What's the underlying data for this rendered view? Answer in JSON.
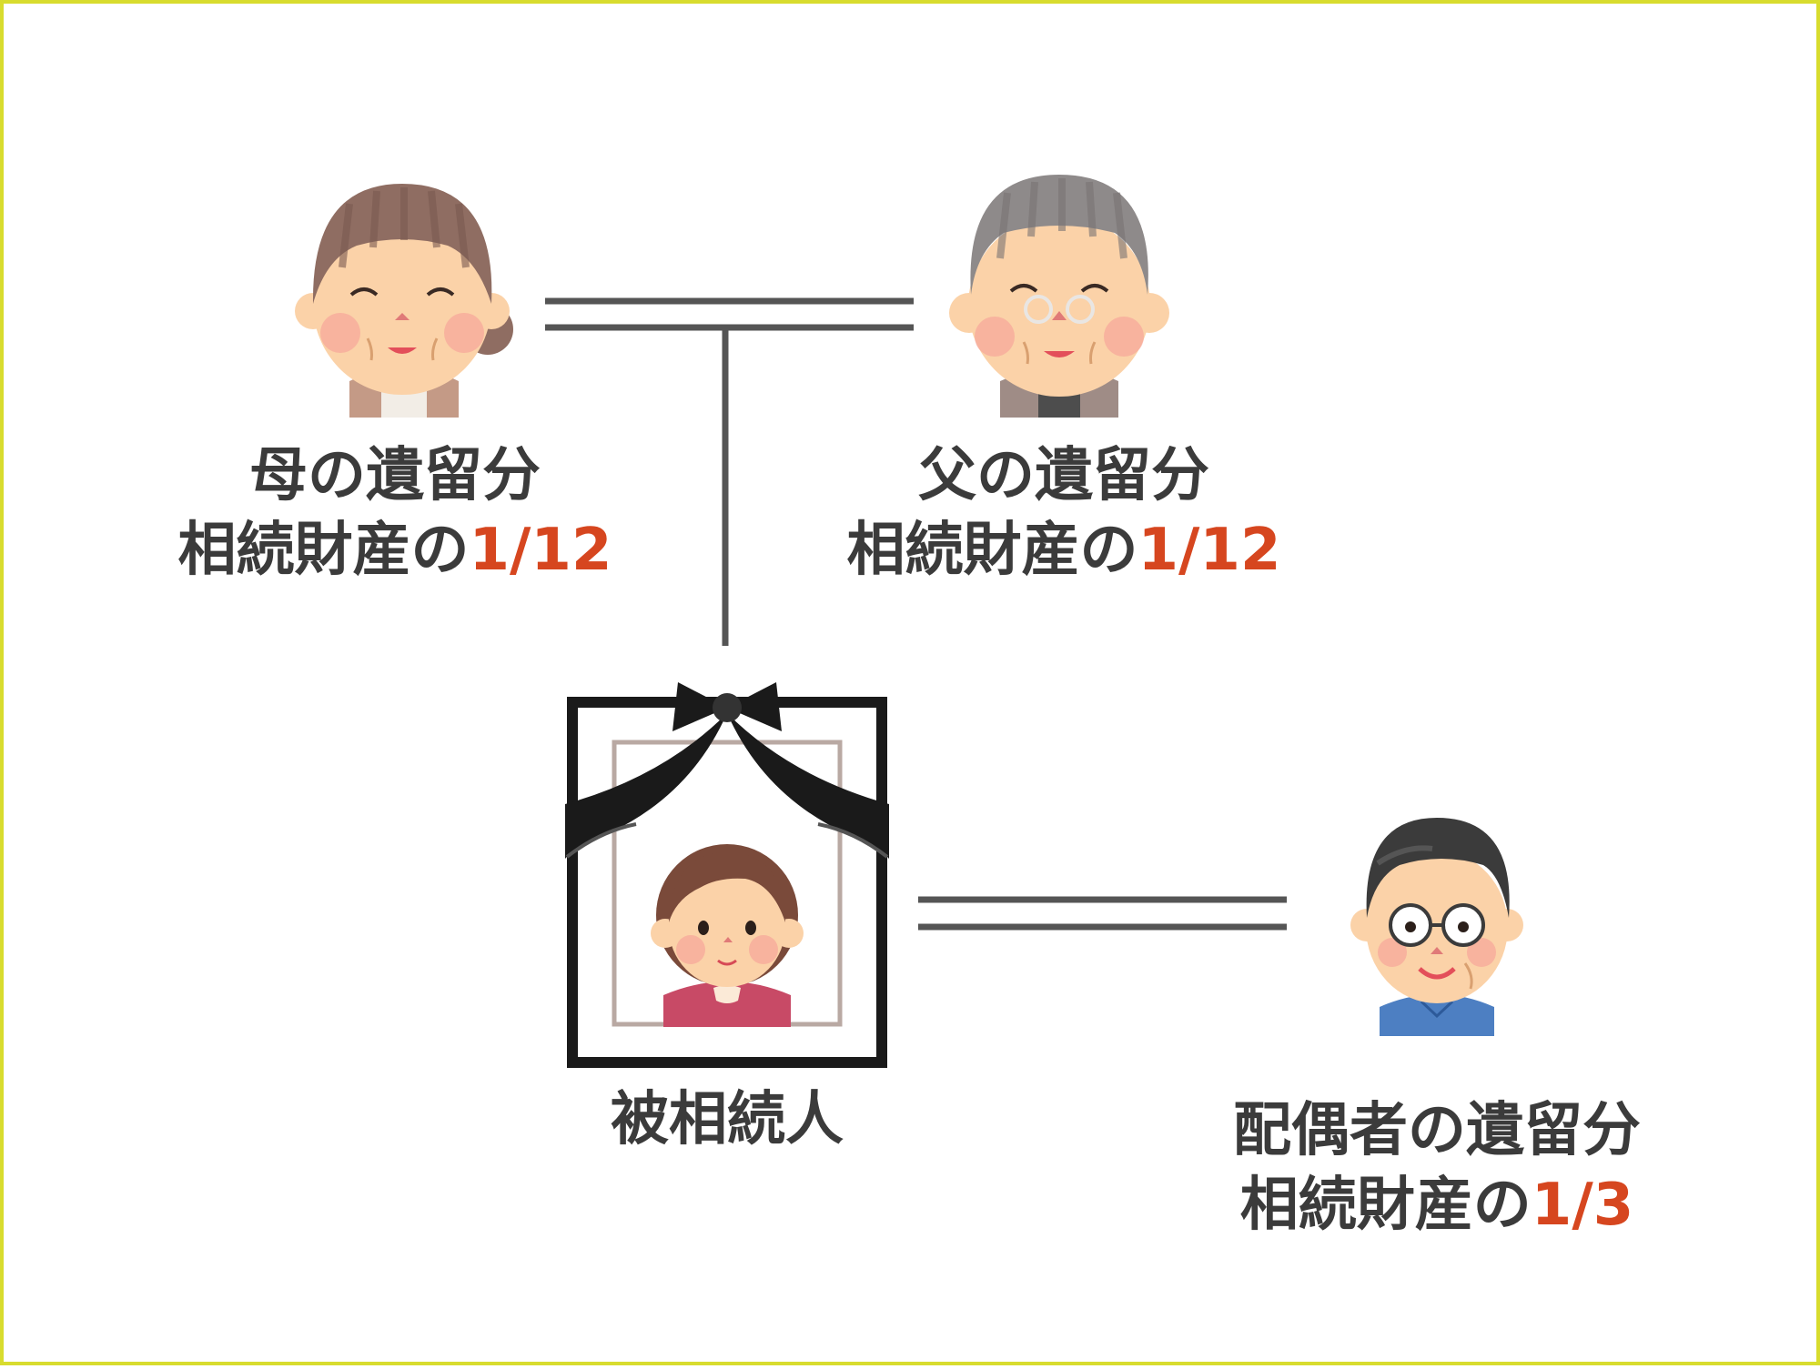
{
  "mother": {
    "title": "母の遺留分",
    "share_prefix": "相続財産の",
    "share_fraction": "1/12"
  },
  "father": {
    "title": "父の遺留分",
    "share_prefix": "相続財産の",
    "share_fraction": "1/12"
  },
  "decedent": {
    "label": "被相続人"
  },
  "spouse": {
    "title": "配偶者の遺留分",
    "share_prefix": "相続財産の",
    "share_fraction": "1/3"
  },
  "colors": {
    "border": "#d8dc2e",
    "text": "#3b3b3b",
    "fraction": "#d6461f",
    "connector": "#555555"
  },
  "icons": [
    "grandmother-icon",
    "grandfather-icon",
    "memorial-portrait-icon",
    "husband-icon"
  ]
}
